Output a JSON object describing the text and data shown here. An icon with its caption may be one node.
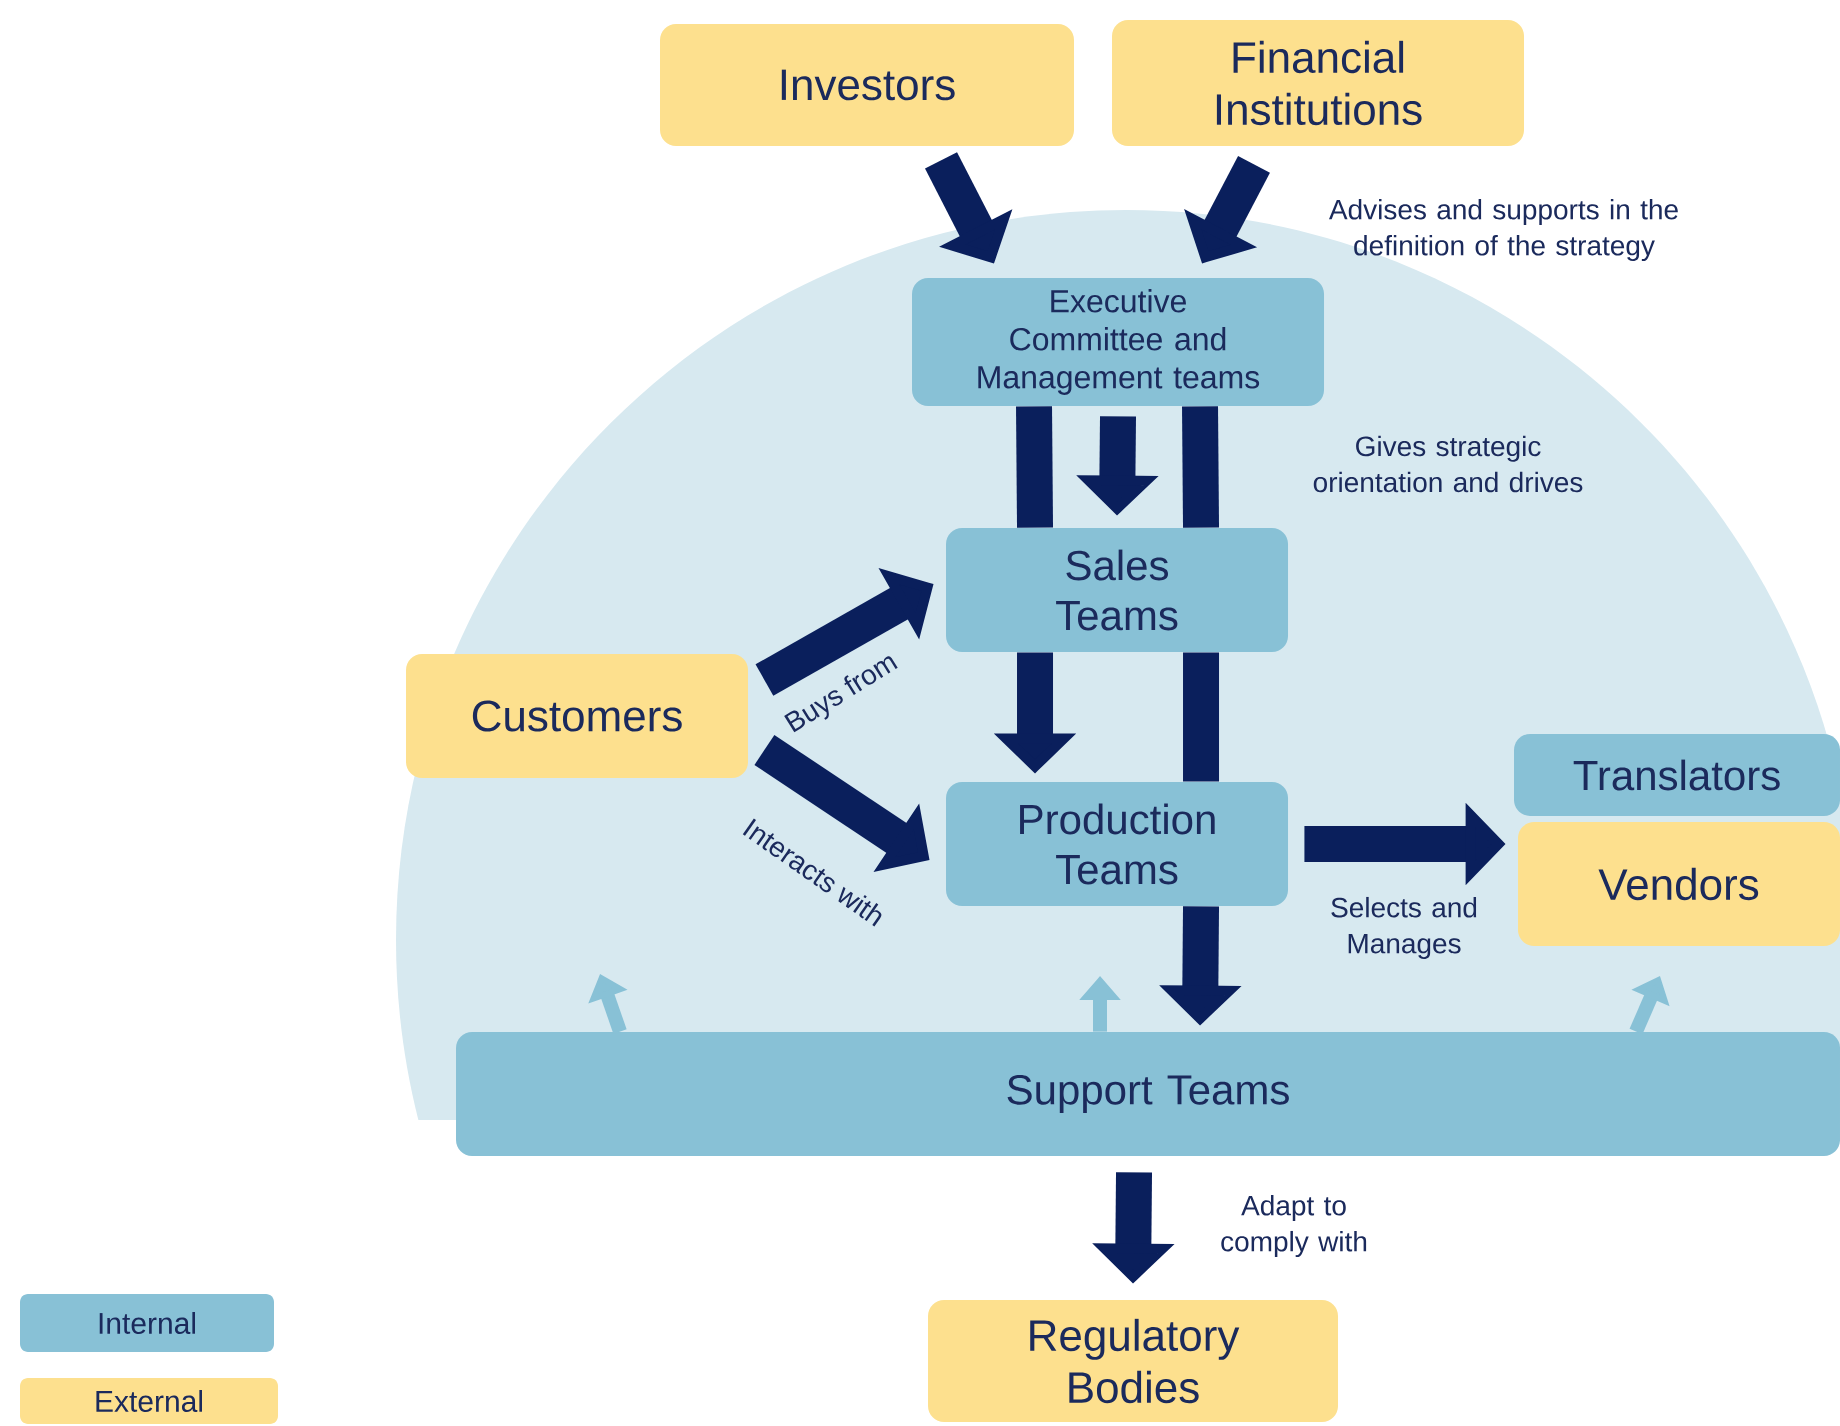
{
  "diagram": {
    "nodes": [
      {
        "text": [
          "Investors"
        ]
      },
      {
        "text": [
          "Financial Institutions"
        ]
      },
      {
        "text": [
          "Executive Committee and Management teams"
        ]
      },
      {
        "text": [
          "Sales Teams"
        ]
      },
      {
        "text": [
          "Customers"
        ]
      },
      {
        "text": [
          "Production Teams"
        ]
      },
      {
        "text": [
          "Translators"
        ]
      },
      {
        "text": [
          "Vendors"
        ]
      },
      {
        "text": [
          "Support Teams"
        ]
      },
      {
        "text": [
          "Regulatory Bodies"
        ]
      }
    ],
    "edges": [
      {
        "from": 0,
        "to": 2,
        "arrow": "to"
      },
      {
        "from": 1,
        "to": 2,
        "arrow": "to",
        "label": "Advises and supports in the definition of the strategy"
      },
      {
        "from": 2,
        "to": 3,
        "arrow": "to"
      },
      {
        "from": 2,
        "to": 3,
        "arrow": "none"
      },
      {
        "from": 2,
        "to": 3,
        "arrow": "none",
        "label": "Gives strategic orientation and drives"
      },
      {
        "from": 3,
        "to": 5,
        "arrow": "to"
      },
      {
        "from": 3,
        "to": 5,
        "arrow": "none"
      },
      {
        "from": 5,
        "to": 8,
        "arrow": "to"
      },
      {
        "from": 4,
        "to": 3,
        "arrow": "to",
        "label": "Buys from"
      },
      {
        "from": 4,
        "to": 5,
        "arrow": "to",
        "label": "Interacts with"
      },
      {
        "from": 5,
        "to": 7,
        "arrow": "to",
        "label": "Selects and Manages"
      },
      {
        "from": 8,
        "to": 9,
        "arrow": "to",
        "label": "Adapt to comply with"
      },
      {
        "from": 8,
        "to": null,
        "arrow": "to",
        "color": "#88c1d6"
      },
      {
        "from": 8,
        "to": null,
        "arrow": "to",
        "color": "#88c1d6"
      },
      {
        "from": 8,
        "to": null,
        "arrow": "to",
        "color": "#88c1d6"
      }
    ],
    "legend": [
      {
        "text": "Internal",
        "color": "#88c1d6"
      },
      {
        "text": "External",
        "color": "#fde08e"
      }
    ]
  }
}
